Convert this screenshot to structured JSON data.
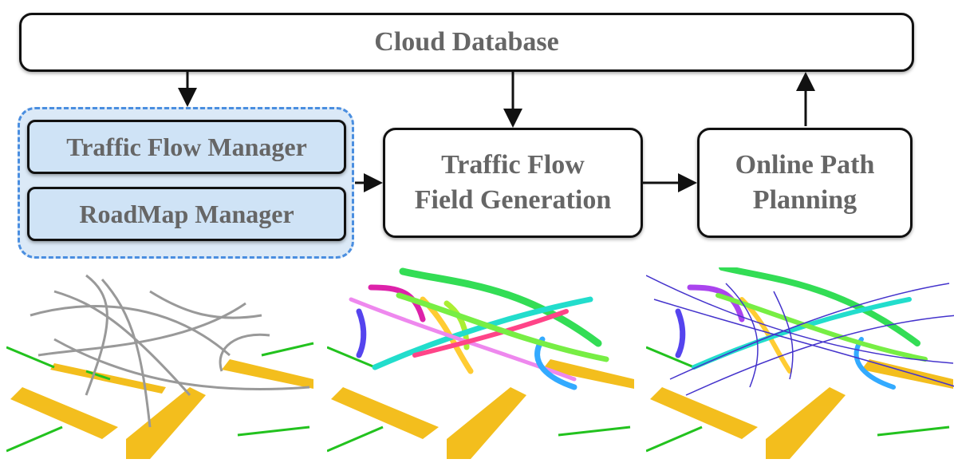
{
  "cloud_database": {
    "label": "Cloud Database"
  },
  "managers": {
    "traffic_flow_manager": "Traffic Flow Manager",
    "roadmap_manager": "RoadMap Manager"
  },
  "traffic_flow_field_generation": {
    "line1": "Traffic Flow",
    "line2": "Field Generation"
  },
  "online_path_planning": {
    "line1": "Online Path",
    "line2": "Planning"
  },
  "panels": [
    {
      "name": "roadmap-panel",
      "description_icon": "gray-lane-curves"
    },
    {
      "name": "traffic-flow-field-panel",
      "description_icon": "colored-flow-field"
    },
    {
      "name": "path-planning-panel",
      "description_icon": "planned-paths"
    }
  ],
  "colors": {
    "group_border": "#4a8ee0",
    "group_fill": "#cfe3f6",
    "box_text": "#666666",
    "road_yellow": "#f2b705",
    "road_green": "#22c21e"
  }
}
